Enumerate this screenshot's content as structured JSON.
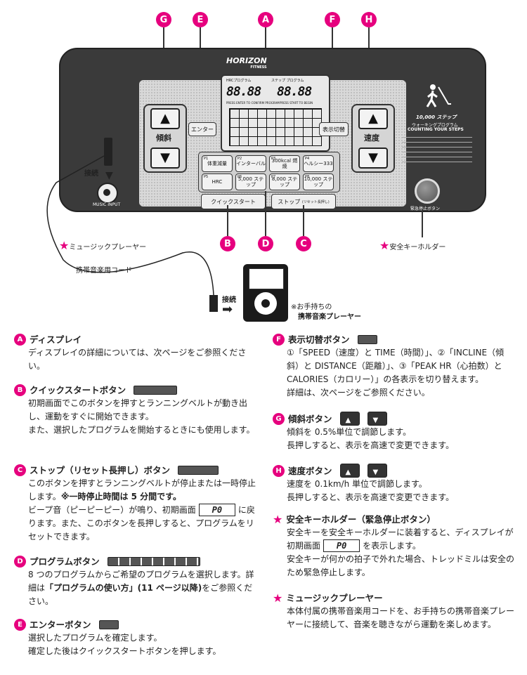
{
  "callouts": {
    "a": "A",
    "b": "B",
    "c": "C",
    "d": "D",
    "e": "E",
    "f": "F",
    "g": "G",
    "h": "H"
  },
  "console": {
    "brand": "HORIZON",
    "brand_sub": "FITNESS",
    "prog_indicator_1": "HRCプログラム",
    "prog_indicator_2": "ステップ プログラム",
    "seg_left": "88.88",
    "seg_right": "88.88",
    "disp_cap_left": "PRESS ENTER TO CONFIRM PROGRAM",
    "disp_cap_right": "PRESS START TO BEGIN",
    "incline_label": "傾斜",
    "speed_label": "速度",
    "enter_label": "エンター",
    "display_toggle_label": "表示切替",
    "programs": [
      {
        "num": "P1",
        "label": "体重減量"
      },
      {
        "num": "P2",
        "label": "インターバル"
      },
      {
        "num": "P3",
        "label": "300kcal 燃焼"
      },
      {
        "num": "P4",
        "label": "ヘルシー333"
      },
      {
        "num": "P5",
        "label": "HRC"
      },
      {
        "num": "P6",
        "label": "5,000 ステップ"
      },
      {
        "num": "P7",
        "label": "8,000 ステップ"
      },
      {
        "num": "P8",
        "label": "10,000 ステップ"
      }
    ],
    "quick_start_label": "クイックスタート",
    "stop_label": "ストップ",
    "stop_sub": "(リセット長押し)",
    "steps_title": "10,000 ステップ",
    "steps_sub1": "ウォーキングプログラム",
    "steps_sub2": "COUNTING YOUR STEPS",
    "emergency_label": "緊急停止ボタン",
    "music_input": "MUSIC INPUT"
  },
  "diagram": {
    "connect1": "接続",
    "connect2": "接続",
    "music_player": "ミュージックプレーヤー",
    "safety_key_holder": "安全キーホルダー",
    "cord": "携帯音楽用コード",
    "own_player_1": "※お手持ちの",
    "own_player_2": "携帯音楽プレーヤー"
  },
  "sections": {
    "a_title": "ディスプレイ",
    "a_body": "ディスプレイの詳細については、次ページをご参照ください。",
    "b_title": "クイックスタートボタン",
    "b_body1": "初期画面でこのボタンを押すとランニングベルトが動き出し、運動をすぐに開始できます。",
    "b_body2": "また、選択したプログラムを開始するときにも使用します。",
    "c_title": "ストップ（リセット長押し）ボタン",
    "c_body1": "このボタンを押すとランニングベルトが停止または一時停止します。",
    "c_body1b": "※一時停止時間は 5 分間です。",
    "c_body2a": "ビープ音（ピーピーピー）が鳴り、初期画面",
    "c_body2b": "に戻ります。また、このボタンを長押しすると、プログラムをリセットできます。",
    "d_title": "プログラムボタン",
    "d_body1": "8 つのプログラムからご希望のプログラムを選択します。詳細は",
    "d_body1b": "「プログラムの使い方」(11 ページ以降)",
    "d_body2": "をご参照ください。",
    "e_title": "エンターボタン",
    "e_body1": "選択したプログラムを確定します。",
    "e_body2": "確定した後はクイックスタートボタンを押します。",
    "f_title": "表示切替ボタン",
    "f_body": "①「SPEED（速度）と TIME（時間）」、②「INCLINE（傾斜）と DISTANCE（距離）」、③「PEAK HR（心拍数）と CALORIES（カロリー）」の各表示を切り替えます。",
    "f_body2": "詳細は、次ページをご参照ください。",
    "g_title": "傾斜ボタン",
    "g_body1": "傾斜を 0.5%単位で調節します。",
    "g_body2": "長押しすると、表示を高速で変更できます。",
    "h_title": "速度ボタン",
    "h_body1": "速度を 0.1km/h 単位で調節します。",
    "h_body2": "長押しすると、表示を高速で変更できます。",
    "s1_title": "安全キーホルダー（緊急停止ボタン）",
    "s1_body1": "安全キーを安全キーホルダーに装着すると、ディスプレイが初期画面",
    "s1_body1b": "を表示します。",
    "s1_body2": "安全キーが何かの拍子で外れた場合、トレッドミルは安全のため緊急停止します。",
    "s2_title": "ミュージックプレーヤー",
    "s2_body": "本体付属の携帯音楽用コードを、お手持ちの携帯音楽プレーヤーに接続して、音楽を聴きながら運動を楽しめます。",
    "p0": "P0"
  }
}
